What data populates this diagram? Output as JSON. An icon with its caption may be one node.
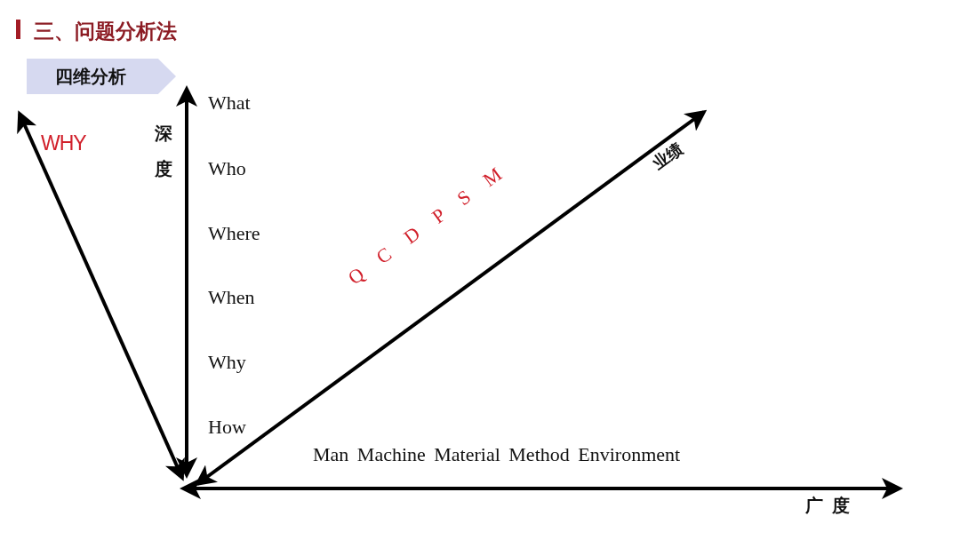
{
  "diagram": {
    "title": "三、问题分析法",
    "nodes": [
      {
        "text": [
          "四维分析"
        ]
      }
    ],
    "labels": [
      "WHY",
      "深度",
      "What",
      "Who",
      "Where",
      "When",
      "Why",
      "How",
      "Q C D P S M",
      "业绩",
      "Man Machine Material Method Environment",
      "广度"
    ]
  }
}
